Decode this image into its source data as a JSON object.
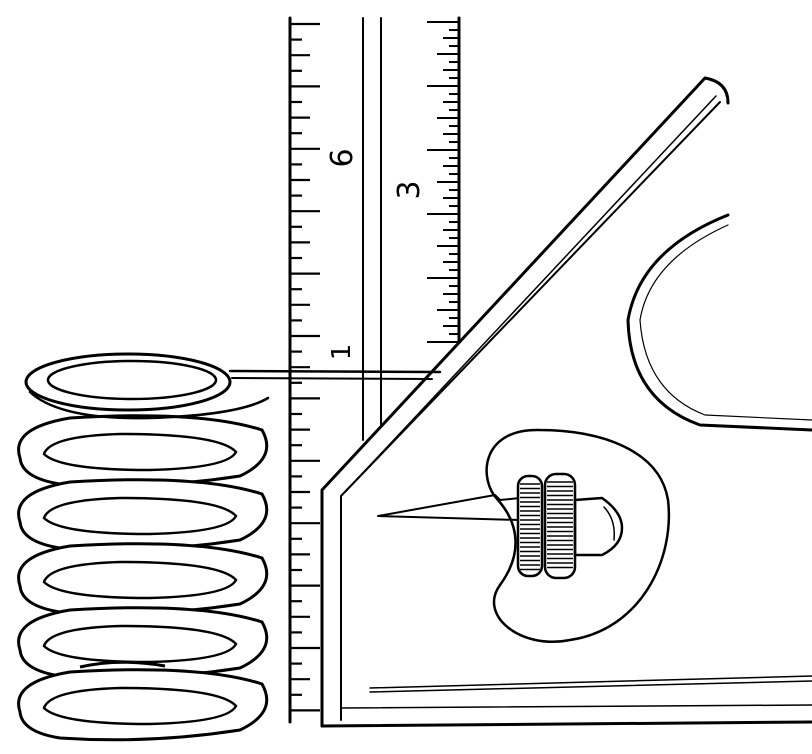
{
  "figure": {
    "labels": {
      "left_scale_number_upper": "6",
      "left_scale_number_lower": "1",
      "right_scale_number": "3"
    }
  },
  "colors": {
    "ink": "#000000",
    "paper": "#ffffff"
  }
}
